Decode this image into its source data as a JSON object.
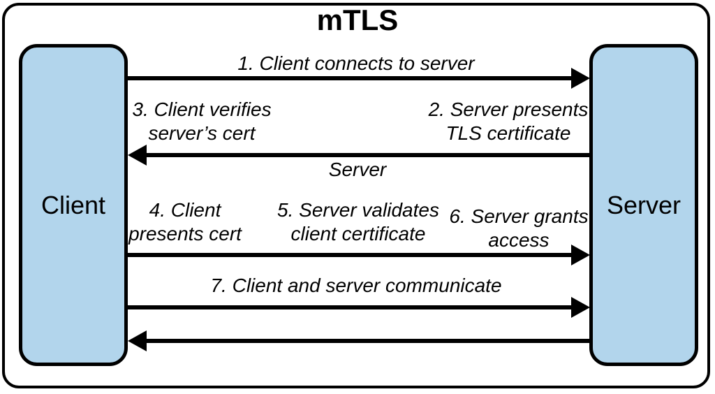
{
  "title": "mTLS",
  "colors": {
    "node_fill": "#b2d5ec",
    "stroke": "#000000",
    "background": "#ffffff"
  },
  "nodes": {
    "client": {
      "label": "Client"
    },
    "server": {
      "label": "Server"
    }
  },
  "flow": {
    "step1": {
      "direction": "client-to-server",
      "label": "1. Client connects to server"
    },
    "step2_3": {
      "direction": "server-to-client",
      "label_client_side": {
        "line1": "3. Client verifies",
        "line2": "server’s cert"
      },
      "label_server_side": {
        "line1": "2. Server presents",
        "line2": "TLS certificate"
      },
      "sublabel": "Server"
    },
    "step4_5_6": {
      "direction": "client-to-server",
      "label_step4": {
        "line1": "4. Client",
        "line2": "presents cert"
      },
      "label_step5": {
        "line1": "5. Server validates",
        "line2": "client certificate"
      },
      "label_step6": {
        "line1": "6. Server grants",
        "line2": "access"
      }
    },
    "step7": {
      "direction": "client-to-server",
      "label": "7. Client and server communicate"
    },
    "step8": {
      "direction": "server-to-client"
    }
  }
}
